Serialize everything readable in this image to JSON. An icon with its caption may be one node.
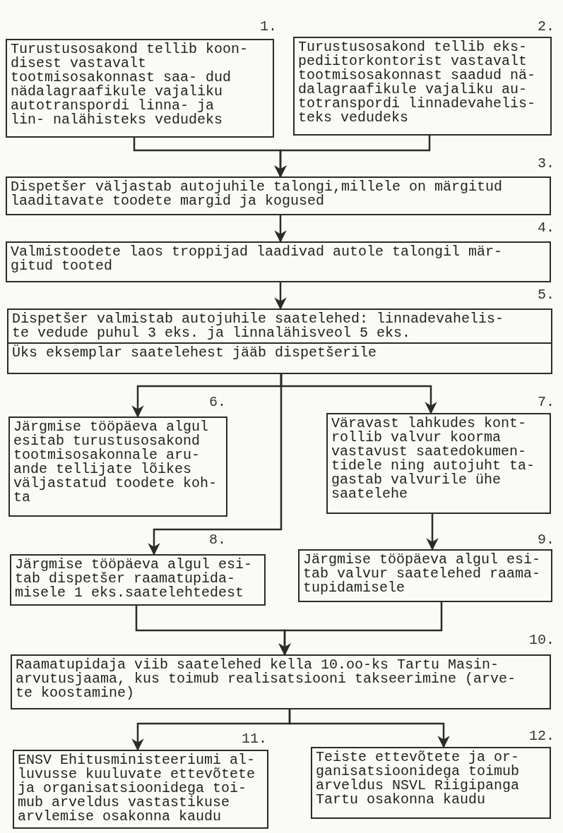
{
  "diagram": {
    "nodes": [
      {
        "text": [
          "Turustusosakond tellib koon- disest vastavalt tootmisosakonnast saa- dud nädalagraafikule vajaliku autotranspordi linna- ja lin- nalähisteks vedudeks"
        ],
        "beside": [
          "1."
        ]
      },
      {
        "text": [
          "Turustusosakond tellib eks- pediitorkontorist vastavalt tootmisosakonnast saadud nä- dalagraafikule vajaliku au- totranspordi linnadevahelis- teks vedudeks"
        ],
        "beside": [
          "2."
        ]
      },
      {
        "text": [
          "Dispetšer väljastab autojuhile talongi,millele on märgitud laaditavate toodete margid ja kogused"
        ],
        "beside": [
          "3."
        ]
      },
      {
        "text": [
          "Valmistoodete laos troppijad laadivad autole talongil mär- gitud tooted"
        ],
        "beside": [
          "4."
        ]
      },
      {
        "text": [
          "Dispetšer valmistab autojuhile saatelehed: linnadevahelis- te vedude puhul 3 eks. ja linnalähisveol 5 eks.",
          "Üks eksemplar saatelehest jääb dispetšerile"
        ],
        "beside": [
          "5."
        ]
      },
      {
        "text": [
          "Järgmise tööpäeva algul esitab turustusosakond tootmisosakonnale aru- ande tellijate lõikes väljastatud toodete koh- ta"
        ],
        "beside": [
          "6."
        ]
      },
      {
        "text": [
          "Väravast lahkudes kont- rollib valvur koorma vastavust saatedokumen- tidele ning autojuht ta- gastab valvurile ühe saatelehe"
        ],
        "beside": [
          "7."
        ]
      },
      {
        "text": [
          "Järgmise tööpäeva algul esi- tab dispetšer raamatupida- misele 1 eks.saatelehtedest"
        ],
        "beside": [
          "8."
        ]
      },
      {
        "text": [
          "Järgmise tööpäeva algul esi- tab valvur saatelehed raama- tupidamisele"
        ],
        "beside": [
          "9."
        ]
      },
      {
        "text": [
          "Raamatupidaja viib saatelehed kella 10.oo-ks Tartu Masin- arvutusjaama, kus toimub realisatsiooni takseerimine (arve- te koostamine)"
        ],
        "beside": [
          "10."
        ]
      },
      {
        "text": [
          "ENSV Ehitusministeeriumi al- luvusse kuuluvate ettevõtete ja organisatsioonidega toi- mub arveldus vastastikuse arvlemise osakonna kaudu"
        ],
        "beside": [
          "11."
        ]
      },
      {
        "text": [
          "Teiste ettevõtete ja or- ganisatsioonidega toimub arveldus NSVL Riigipanga Tartu osakonna kaudu"
        ],
        "beside": [
          "12."
        ]
      }
    ],
    "edges": [
      {
        "from": 0,
        "to": 2,
        "arrow": "to"
      },
      {
        "from": 1,
        "to": 2,
        "arrow": "to"
      },
      {
        "from": 2,
        "to": 3,
        "arrow": "to"
      },
      {
        "from": 3,
        "to": 4,
        "arrow": "to"
      },
      {
        "from": 4,
        "to": 5,
        "arrow": "to"
      },
      {
        "from": 4,
        "to": 6,
        "arrow": "to"
      },
      {
        "from": 4,
        "to": 7,
        "arrow": "to"
      },
      {
        "from": 6,
        "to": 8,
        "arrow": "to"
      },
      {
        "from": 7,
        "to": 9,
        "arrow": "to"
      },
      {
        "from": 8,
        "to": 9,
        "arrow": "to"
      },
      {
        "from": 9,
        "to": 10,
        "arrow": "to"
      },
      {
        "from": 9,
        "to": 11,
        "arrow": "to"
      }
    ]
  }
}
